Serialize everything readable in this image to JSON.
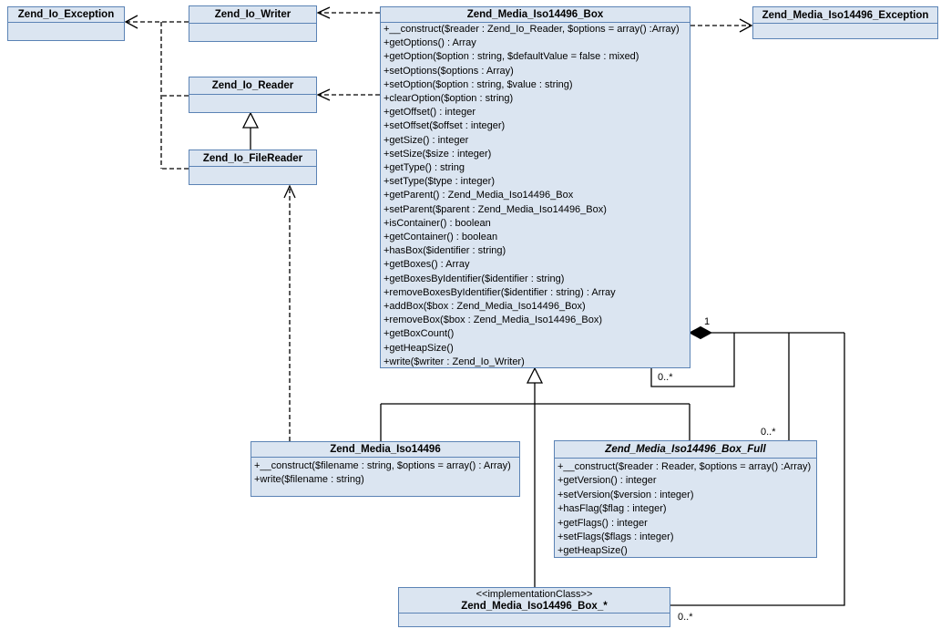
{
  "diagram": {
    "kind": "uml-class-diagram",
    "colors": {
      "class_fill": "#dbe5f1",
      "class_border": "#5b83b5",
      "connector": "#000000"
    },
    "classes": {
      "io_exception": {
        "name": "Zend_Io_Exception"
      },
      "io_writer": {
        "name": "Zend_Io_Writer"
      },
      "io_reader": {
        "name": "Zend_Io_Reader"
      },
      "io_filereader": {
        "name": "Zend_Io_FileReader"
      },
      "box": {
        "name": "Zend_Media_Iso14496_Box",
        "methods": [
          "+__construct($reader : Zend_Io_Reader, $options = array() :Array)",
          "+getOptions() : Array",
          "+getOption($option : string, $defaultValue = false : mixed)",
          "+setOptions($options : Array)",
          "+setOption($option : string, $value : string)",
          "+clearOption($option : string)",
          "+getOffset() : integer",
          "+setOffset($offset : integer)",
          "+getSize() : integer",
          "+setSize($size : integer)",
          "+getType() : string",
          "+setType($type : integer)",
          "+getParent() : Zend_Media_Iso14496_Box",
          "+setParent($parent : Zend_Media_Iso14496_Box)",
          "+isContainer() : boolean",
          "+getContainer() : boolean",
          "+hasBox($identifier : string)",
          "+getBoxes() : Array",
          "+getBoxesByIdentifier($identifier : string)",
          "+removeBoxesByIdentifier($identifier : string) : Array",
          "+addBox($box : Zend_Media_Iso14496_Box)",
          "+removeBox($box : Zend_Media_Iso14496_Box)",
          "+getBoxCount()",
          "+getHeapSize()",
          "+write($writer : Zend_Io_Writer)"
        ]
      },
      "media_exception": {
        "name": "Zend_Media_Iso14496_Exception"
      },
      "iso14496": {
        "name": "Zend_Media_Iso14496",
        "methods": [
          "+__construct($filename : string, $options = array() : Array)",
          "+write($filename : string)"
        ]
      },
      "box_full": {
        "name": "Zend_Media_Iso14496_Box_Full",
        "methods": [
          "+__construct($reader : Reader, $options = array() :Array)",
          "+getVersion() : integer",
          "+setVersion($version : integer)",
          "+hasFlag($flag : integer)",
          "+getFlags() : integer",
          "+setFlags($flags : integer)",
          "+getHeapSize()"
        ]
      },
      "box_star": {
        "stereotype": "<<implementationClass>>",
        "name": "Zend_Media_Iso14496_Box_*"
      }
    },
    "multiplicities": {
      "parent_one": "1",
      "self_children": "0..*",
      "full_children": "0..*",
      "star_children": "0..*"
    }
  }
}
